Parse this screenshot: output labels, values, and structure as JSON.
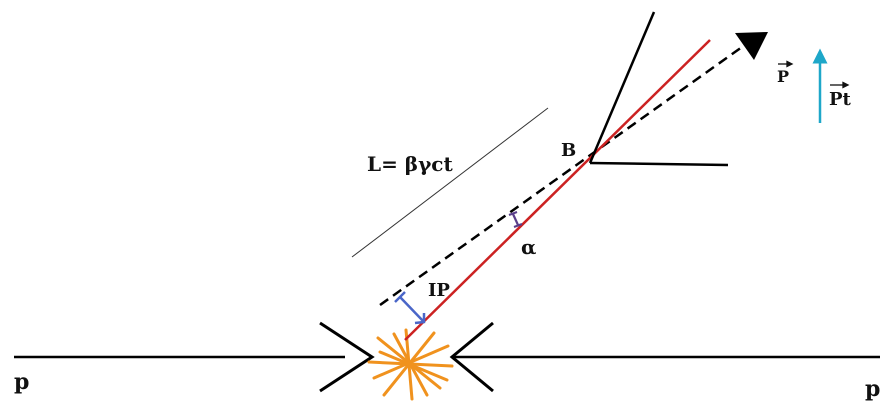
{
  "labels": {
    "decay_length": "L= βγct",
    "vertex": "B",
    "angle": "α",
    "impact_parameter": "IP",
    "beam_left": "p",
    "beam_right": "p",
    "momentum": "P",
    "transverse_momentum": "Pt"
  },
  "colors": {
    "beam_line": "#000000",
    "b_track": "#cc2222",
    "flight_direction": "#000000",
    "decay_products": "#000000",
    "impact_parameter_marker": "#4a66c8",
    "angle_marker": "#5a3f8a",
    "transverse_momentum_arrow": "#1ea7c9",
    "collision_burst": "#f0921e",
    "length_reference_line": "#333333"
  }
}
